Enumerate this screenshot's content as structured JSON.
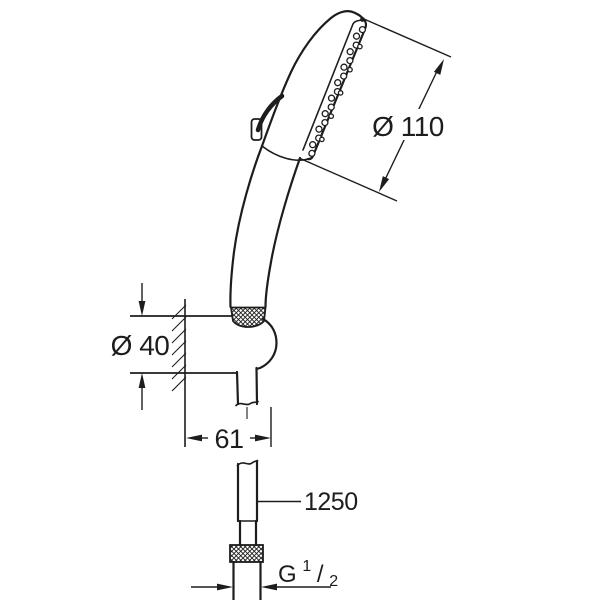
{
  "colors": {
    "line": "#1d1d1b",
    "background": "#ffffff"
  },
  "dimensions": {
    "head_face_diameter": {
      "label": "Ø 110"
    },
    "holder_diameter": {
      "label": "Ø 40"
    },
    "holder_projection": {
      "label": "61"
    },
    "hose_length": {
      "label": "1250"
    },
    "thread_size": {
      "prefix": "G",
      "numerator": "1",
      "slash": "/",
      "denominator": "2"
    }
  }
}
